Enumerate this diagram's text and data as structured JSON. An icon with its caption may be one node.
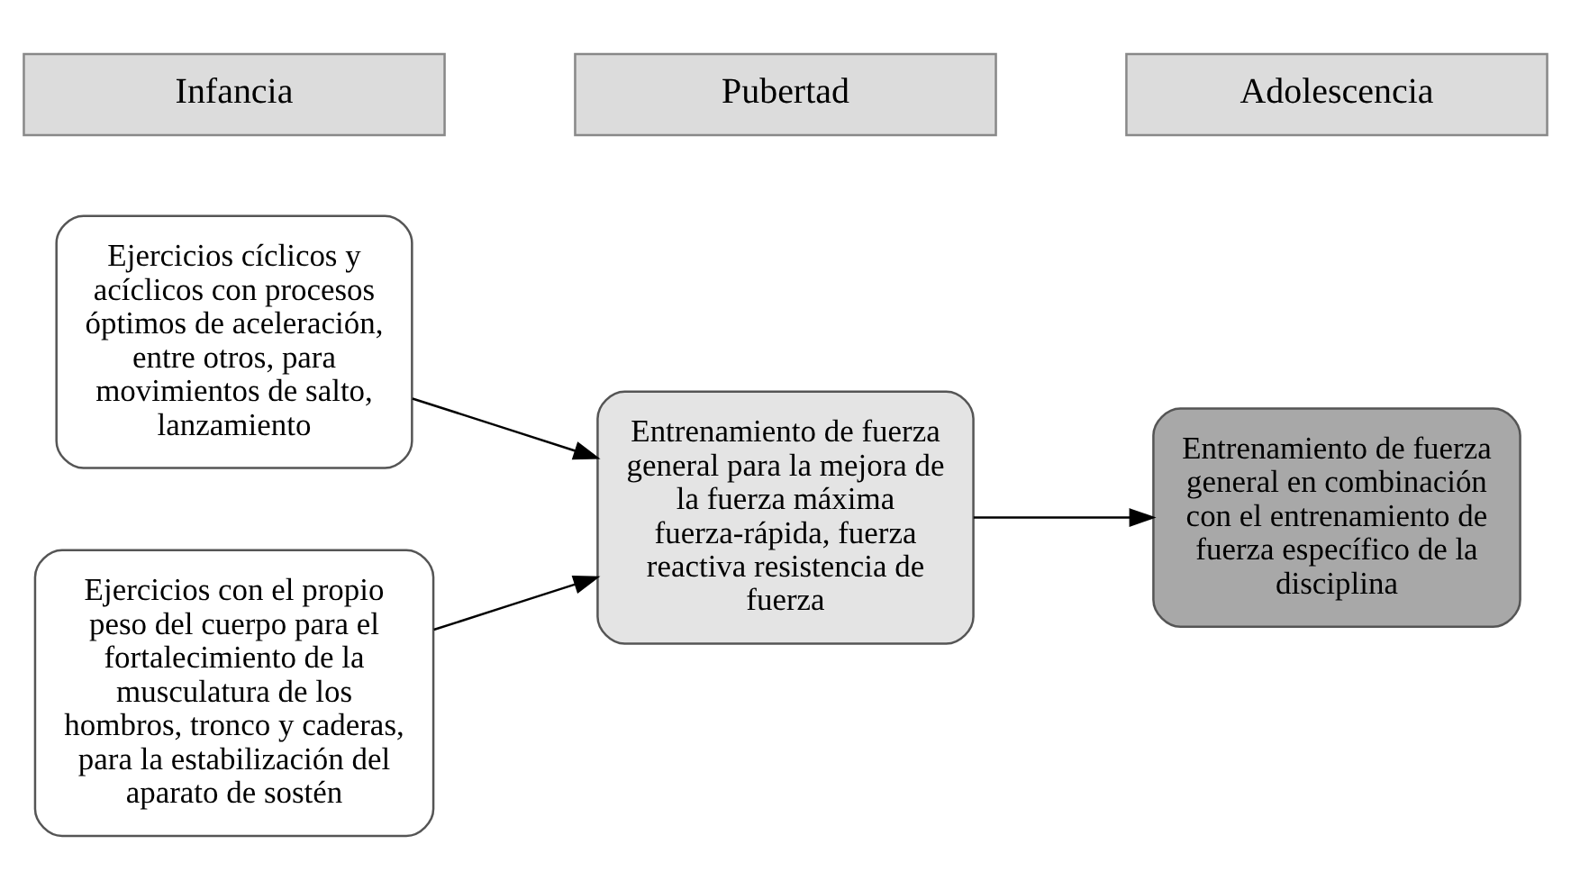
{
  "diagram": {
    "nodes": [
      {
        "text": [
          "Ejercicios cíclicos y acíclicos con procesos óptimos de aceleración, entre otros, para movimientos de salto, lanzamiento"
        ]
      },
      {
        "text": [
          "Ejercicios con el propio peso del cuerpo para el fortalecimiento de la musculatura de los hombros, tronco y caderas, para la estabilización del aparato de sostén"
        ]
      },
      {
        "text": [
          "Entrenamiento de fuerza general para la mejora de la fuerza máxima fuerza-rápida, fuerza reactiva resistencia de fuerza"
        ]
      },
      {
        "text": [
          "Entrenamiento de fuerza general en combinación con el entrenamiento de fuerza específico de la disciplina"
        ]
      }
    ],
    "edges": [
      {
        "from": 0,
        "to": 2,
        "arrow": "to"
      },
      {
        "from": 1,
        "to": 2,
        "arrow": "to"
      },
      {
        "from": 2,
        "to": 3,
        "arrow": "to"
      }
    ],
    "labels": [
      "Infancia",
      "Pubertad",
      "Adolescencia"
    ]
  }
}
